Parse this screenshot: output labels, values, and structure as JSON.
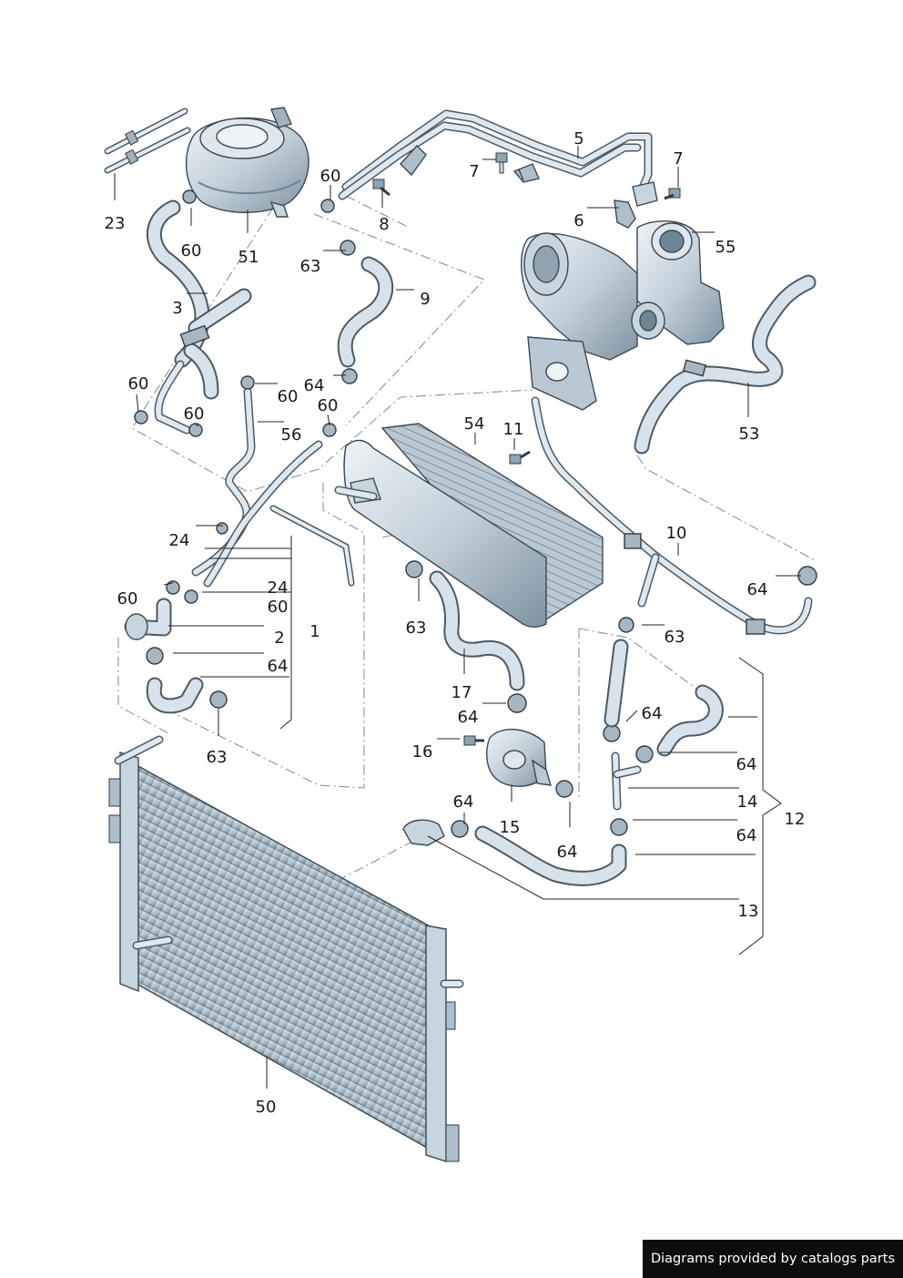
{
  "labels": {
    "p23": "23",
    "p51": "51",
    "p60a": "60",
    "p8": "8",
    "p60b": "60",
    "p63a": "63",
    "p9": "9",
    "p3": "3",
    "p60c": "60",
    "p64a": "64",
    "p60d": "60",
    "p60e": "60",
    "p60f": "60",
    "p56": "56",
    "p5": "5",
    "p7a": "7",
    "p7b": "7",
    "p6": "6",
    "p55": "55",
    "p53": "53",
    "p54": "54",
    "p11": "11",
    "p10": "10",
    "p64b": "64",
    "p24a": "24",
    "p24b": "24",
    "p60g": "60",
    "p60h": "60",
    "p2": "2",
    "p1": "1",
    "p64c": "64",
    "p63b": "63",
    "p63c": "63",
    "p17": "17",
    "p63d": "63",
    "p64d": "64",
    "p64e": "64",
    "p16": "16",
    "p64f": "64",
    "p14": "14",
    "p12": "12",
    "p64g": "64",
    "p15": "15",
    "p64h": "64",
    "p64i": "64",
    "p13": "13",
    "p50": "50"
  },
  "credit": "Diagrams provided by catalogs parts",
  "colors": {
    "part_fill": "#c7d5df",
    "part_shade": "#8fa3b1",
    "outline": "#3a4954",
    "leader_dash": "#7f95a8"
  }
}
